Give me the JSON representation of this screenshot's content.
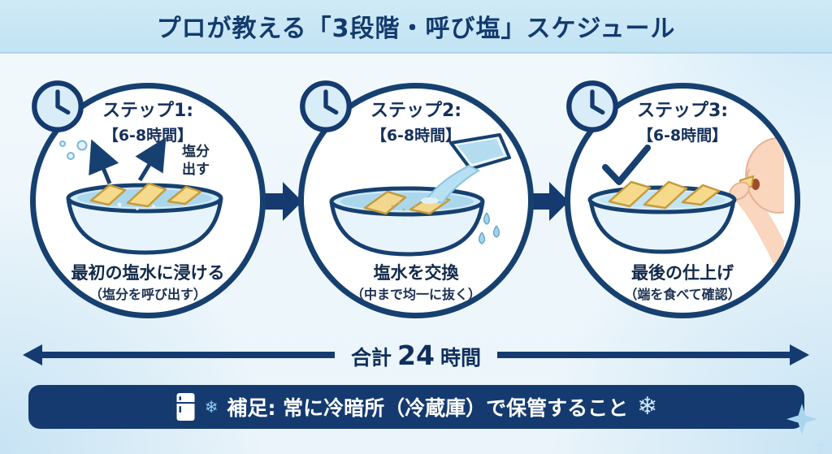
{
  "header": {
    "title": "プロが教える「3段階・呼び塩」スケジュール"
  },
  "steps": [
    {
      "title": "ステップ1:",
      "duration": "【6-8時間】",
      "annotation_line1": "塩分",
      "annotation_line2": "出す",
      "caption": "最初の塩水に浸ける",
      "subcaption": "（塩分を呼び出す）"
    },
    {
      "title": "ステップ2:",
      "duration": "【6-8時間】",
      "caption": "塩水を交換",
      "subcaption": "（中まで均一に抜く）"
    },
    {
      "title": "ステップ3:",
      "duration": "【6-8時間】",
      "caption": "最後の仕上げ",
      "subcaption": "（端を食べて確認）"
    }
  ],
  "timeline": {
    "prefix": "合計",
    "number": "24",
    "unit": "時間"
  },
  "footer": {
    "note": "補足: 常に冷暗所（冷蔵庫）で保管すること"
  },
  "icons": {
    "snowflake": "❄"
  },
  "colors": {
    "navy": "#143a70",
    "header_band": "#c8e6f4",
    "water": "#abd7ed",
    "food": "#f6da8b"
  }
}
